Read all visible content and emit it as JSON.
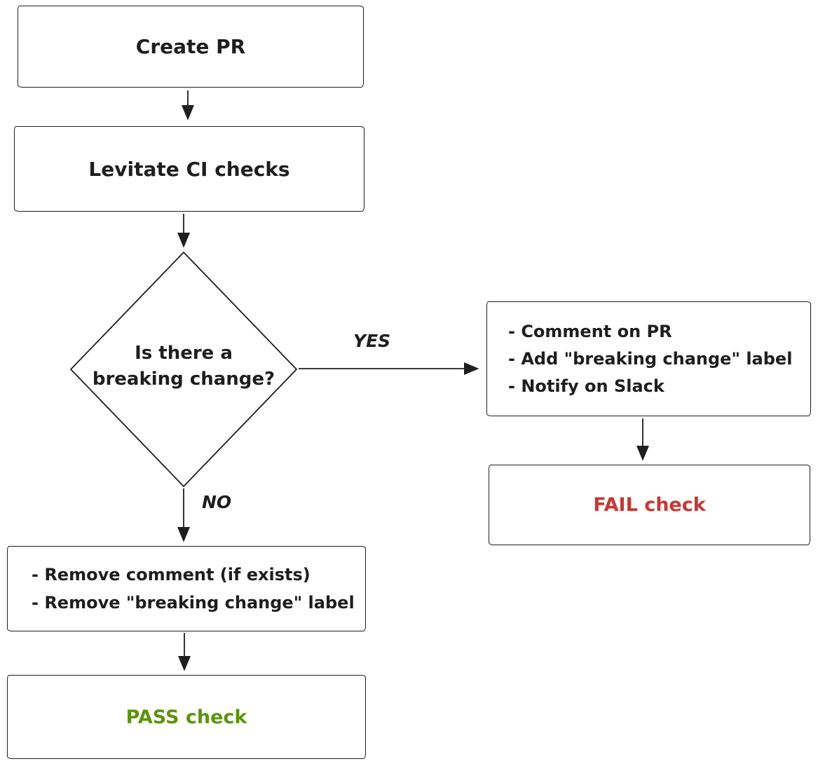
{
  "flowchart": {
    "stroke_color": "#1e1e1e",
    "background_color": "#ffffff",
    "nodes": {
      "create_pr": {
        "label": "Create PR"
      },
      "levitate_ci": {
        "label": "Levitate CI checks"
      },
      "decision": {
        "label": "Is there a\nbreaking change?"
      },
      "yes_actions": {
        "label": "- Comment on PR\n- Add \"breaking change\" label\n- Notify on Slack"
      },
      "fail_check": {
        "label": "FAIL check",
        "text_color": "#c93731"
      },
      "no_actions": {
        "label": "- Remove comment (if exists)\n- Remove \"breaking change\" label"
      },
      "pass_check": {
        "label": "PASS check",
        "text_color": "#5c940d"
      }
    },
    "edge_labels": {
      "yes": "YES",
      "no": "NO"
    }
  }
}
